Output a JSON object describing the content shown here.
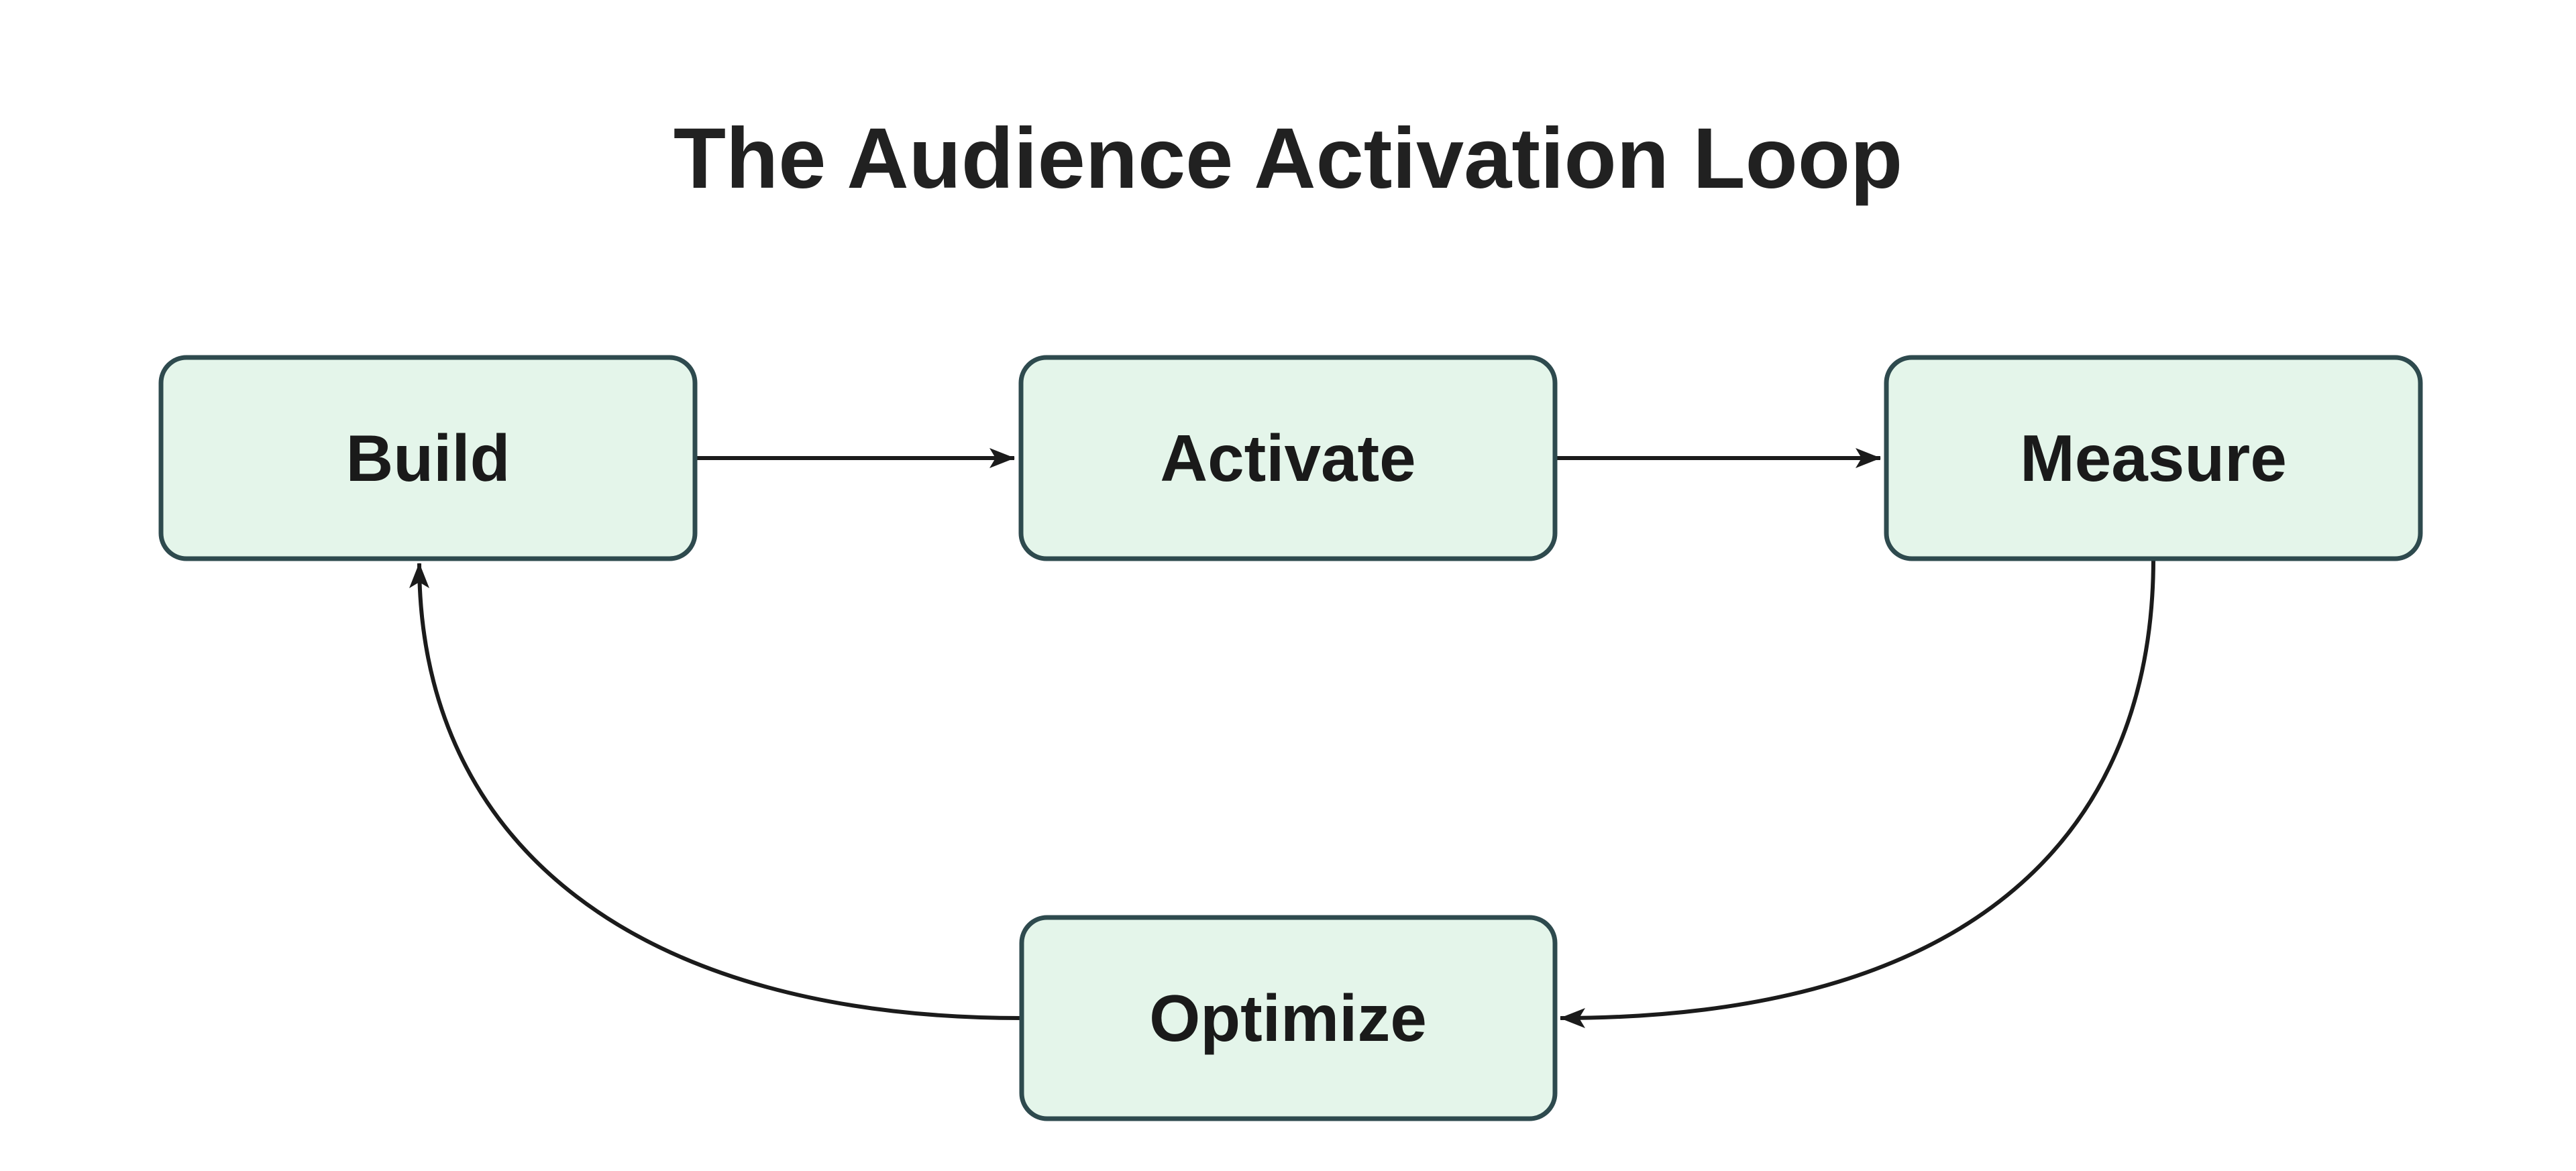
{
  "diagram": {
    "title": "The Audience Activation Loop",
    "type": "cyclic-flowchart"
  },
  "nodes": [
    {
      "id": "build",
      "label": "Build"
    },
    {
      "id": "activate",
      "label": "Activate"
    },
    {
      "id": "measure",
      "label": "Measure"
    },
    {
      "id": "optimize",
      "label": "Optimize"
    }
  ],
  "edges": [
    {
      "from": "Build",
      "to": "Activate",
      "style": "straight-right"
    },
    {
      "from": "Activate",
      "to": "Measure",
      "style": "straight-right"
    },
    {
      "from": "Measure",
      "to": "Optimize",
      "style": "curve-down-left"
    },
    {
      "from": "Optimize",
      "to": "Build",
      "style": "curve-left-up"
    }
  ],
  "colors": {
    "background": "#ffffff",
    "node_fill": "#e4f5ea",
    "node_border": "#2e4a4e",
    "node_text": "#1a1a1a",
    "title_text": "#212121",
    "arrow": "#1b1b1b"
  }
}
